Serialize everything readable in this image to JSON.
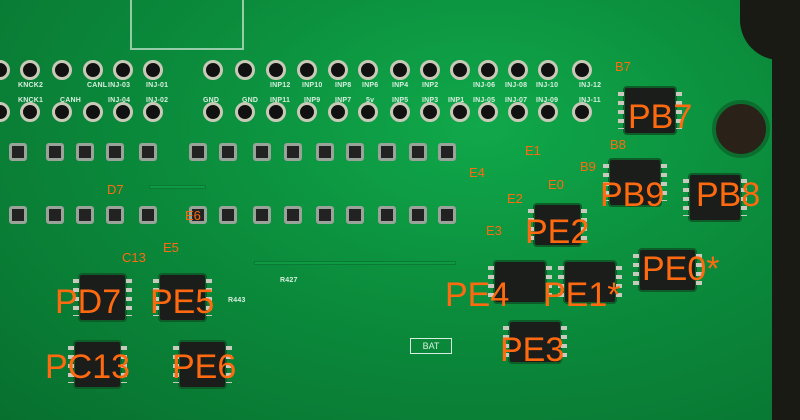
{
  "colors": {
    "annotation": "#ff6a10",
    "board": "#0b8c3c",
    "silkscreen": "#d8efe0"
  },
  "silkscreen": {
    "knck2": "KNCK2",
    "knck1": "KNCK1",
    "canl": "CANL",
    "canh": "CANH",
    "inj03": "INJ-03",
    "inj04": "INJ-04",
    "inj01": "INJ-01",
    "inj02": "INJ-02",
    "gnd1": "GND",
    "gnd2": "GND",
    "inp12": "INP12",
    "inp11": "INP11",
    "inp10": "INP10",
    "inp9": "INP9",
    "inp8": "INP8",
    "inp7": "INP7",
    "inp6": "INP6",
    "v5": "5v",
    "inp4": "INP4",
    "inp5": "INP5",
    "inp2": "INP2",
    "inp3": "INP3",
    "inp1": "INP1",
    "inj06": "INJ-06",
    "inj05": "INJ-05",
    "inj08": "INJ-08",
    "inj07": "INJ-07",
    "inj10": "INJ-10",
    "inj09": "INJ-09",
    "inj12": "INJ-12",
    "inj11": "INJ-11",
    "r427": "R427",
    "r443": "R443",
    "bat": "BAT"
  },
  "annotations": {
    "small": {
      "b7": "B7",
      "b8": "B8",
      "b9": "B9",
      "e0": "E0",
      "e1": "E1",
      "e2": "E2",
      "e3": "E3",
      "e4": "E4",
      "e5": "E5",
      "e6": "E6",
      "d7": "D7",
      "c13": "C13"
    },
    "large": {
      "pb7": "PB7",
      "pb9": "PB9",
      "pb8": "PB8",
      "pe2": "PE2",
      "pe0": "PE0*",
      "pe4": "PE4",
      "pe1": "PE1*",
      "pe3": "PE3",
      "pd7": "PD7",
      "pe5": "PE5",
      "pc13": "PC13",
      "pe6": "PE6"
    }
  }
}
